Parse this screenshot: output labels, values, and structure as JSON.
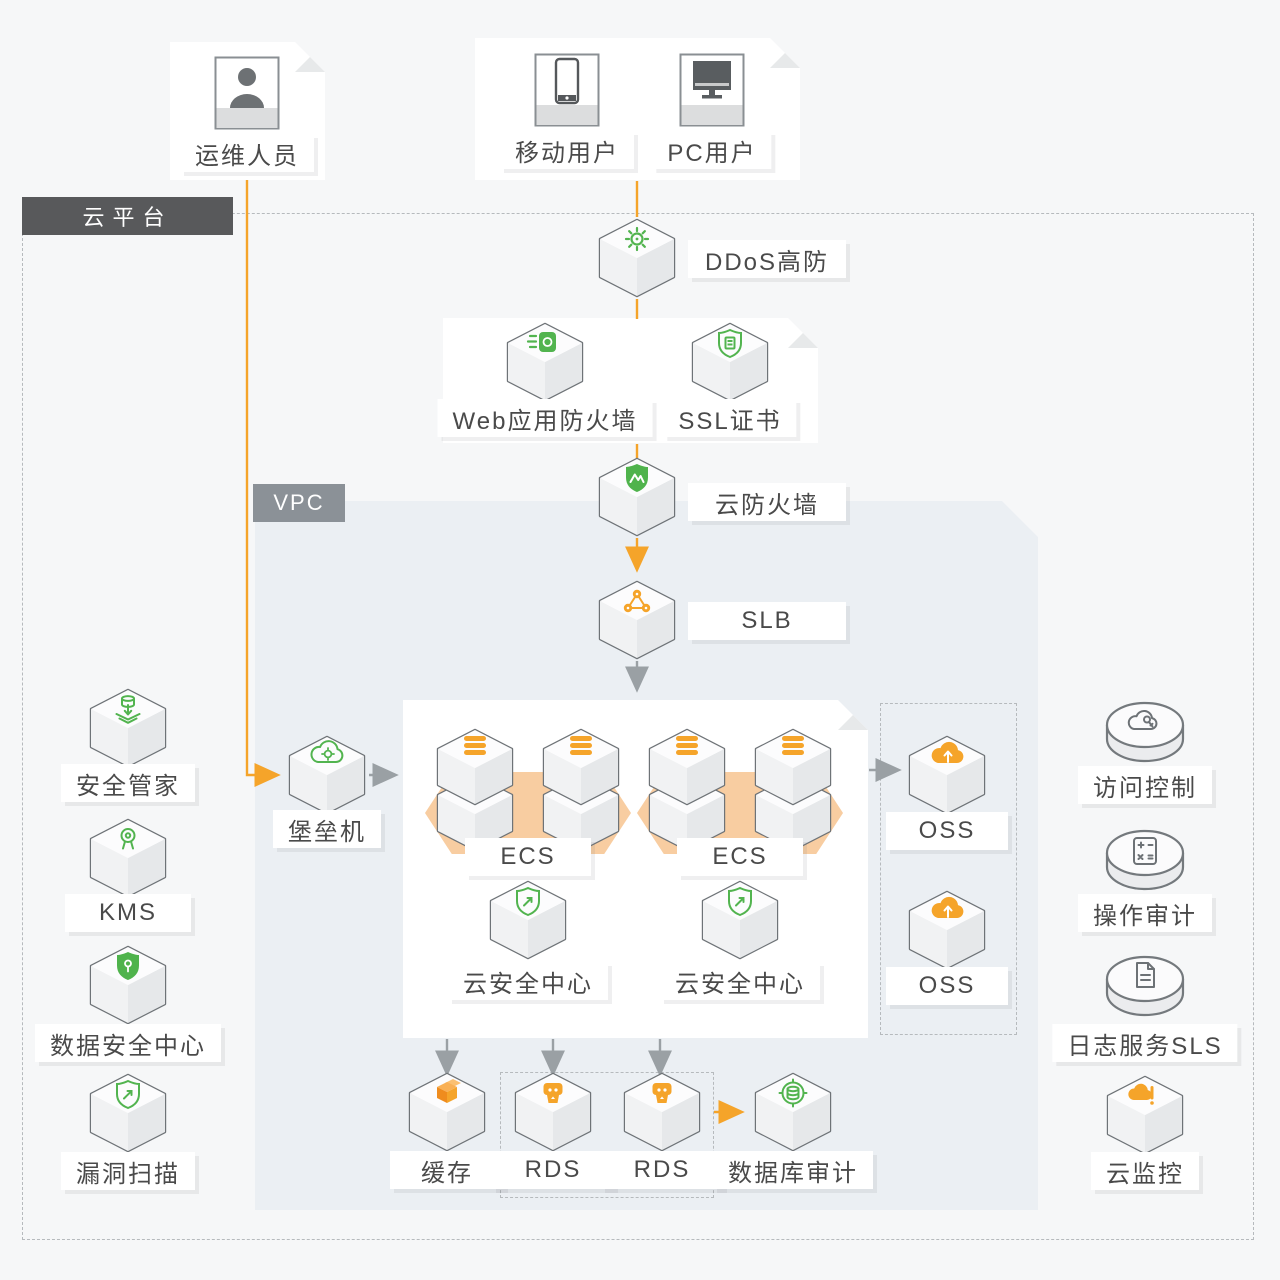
{
  "colors": {
    "orange": "#F5A42A",
    "peach": "#F8CDA1",
    "green": "#52B44F",
    "line_gray": "#9AA0A4",
    "cube_stroke": "#6E7377",
    "text": "#4A4A4A",
    "platform_tag_bg": "#58595B",
    "vpc_tag_bg": "#8B9197",
    "vpc_bg": "#EBEFF3",
    "page_bg": "#F6F7F8"
  },
  "regions": {
    "cloud_platform": {
      "label": "云平台"
    },
    "vpc": {
      "label": "VPC"
    }
  },
  "actors": {
    "ops": {
      "label": "运维人员",
      "icon": "person-icon"
    },
    "mobile": {
      "label": "移动用户",
      "icon": "phone-icon"
    },
    "pc": {
      "label": "PC用户",
      "icon": "monitor-icon"
    }
  },
  "nodes": {
    "ddos": {
      "label": "DDoS高防",
      "icon": "gear-icon"
    },
    "waf": {
      "label": "Web应用防火墙",
      "icon": "waf-icon"
    },
    "ssl": {
      "label": "SSL证书",
      "icon": "certificate-shield-icon"
    },
    "cloud_firewall": {
      "label": "云防火墙",
      "icon": "shield-icon"
    },
    "slb": {
      "label": "SLB",
      "icon": "load-balancer-icon"
    },
    "bastion": {
      "label": "堡垒机",
      "icon": "cloud-gear-icon"
    },
    "ecs1": {
      "label": "ECS",
      "icon": "server-cluster-icon"
    },
    "ecs2": {
      "label": "ECS",
      "icon": "server-cluster-icon"
    },
    "csc1": {
      "label": "云安全中心",
      "icon": "shield-arrow-icon"
    },
    "csc2": {
      "label": "云安全中心",
      "icon": "shield-arrow-icon"
    },
    "oss1": {
      "label": "OSS",
      "icon": "cloud-upload-icon"
    },
    "oss2": {
      "label": "OSS",
      "icon": "cloud-upload-icon"
    },
    "cache": {
      "label": "缓存",
      "icon": "cache-box-icon"
    },
    "rds1": {
      "label": "RDS",
      "icon": "database-icon"
    },
    "rds2": {
      "label": "RDS",
      "icon": "database-icon"
    },
    "db_audit": {
      "label": "数据库审计",
      "icon": "database-audit-icon"
    },
    "security_manager": {
      "label": "安全管家",
      "icon": "database-download-icon"
    },
    "kms": {
      "label": "KMS",
      "icon": "key-badge-icon"
    },
    "data_security_center": {
      "label": "数据安全中心",
      "icon": "solid-shield-icon"
    },
    "vulnerability_scan": {
      "label": "漏洞扫描",
      "icon": "shield-scan-icon"
    },
    "access_control": {
      "label": "访问控制",
      "icon": "cloud-key-icon"
    },
    "action_audit": {
      "label": "操作审计",
      "icon": "calculator-icon"
    },
    "log_service": {
      "label": "日志服务SLS",
      "icon": "document-icon"
    },
    "cloud_monitor": {
      "label": "云监控",
      "icon": "cloud-alert-icon"
    }
  }
}
